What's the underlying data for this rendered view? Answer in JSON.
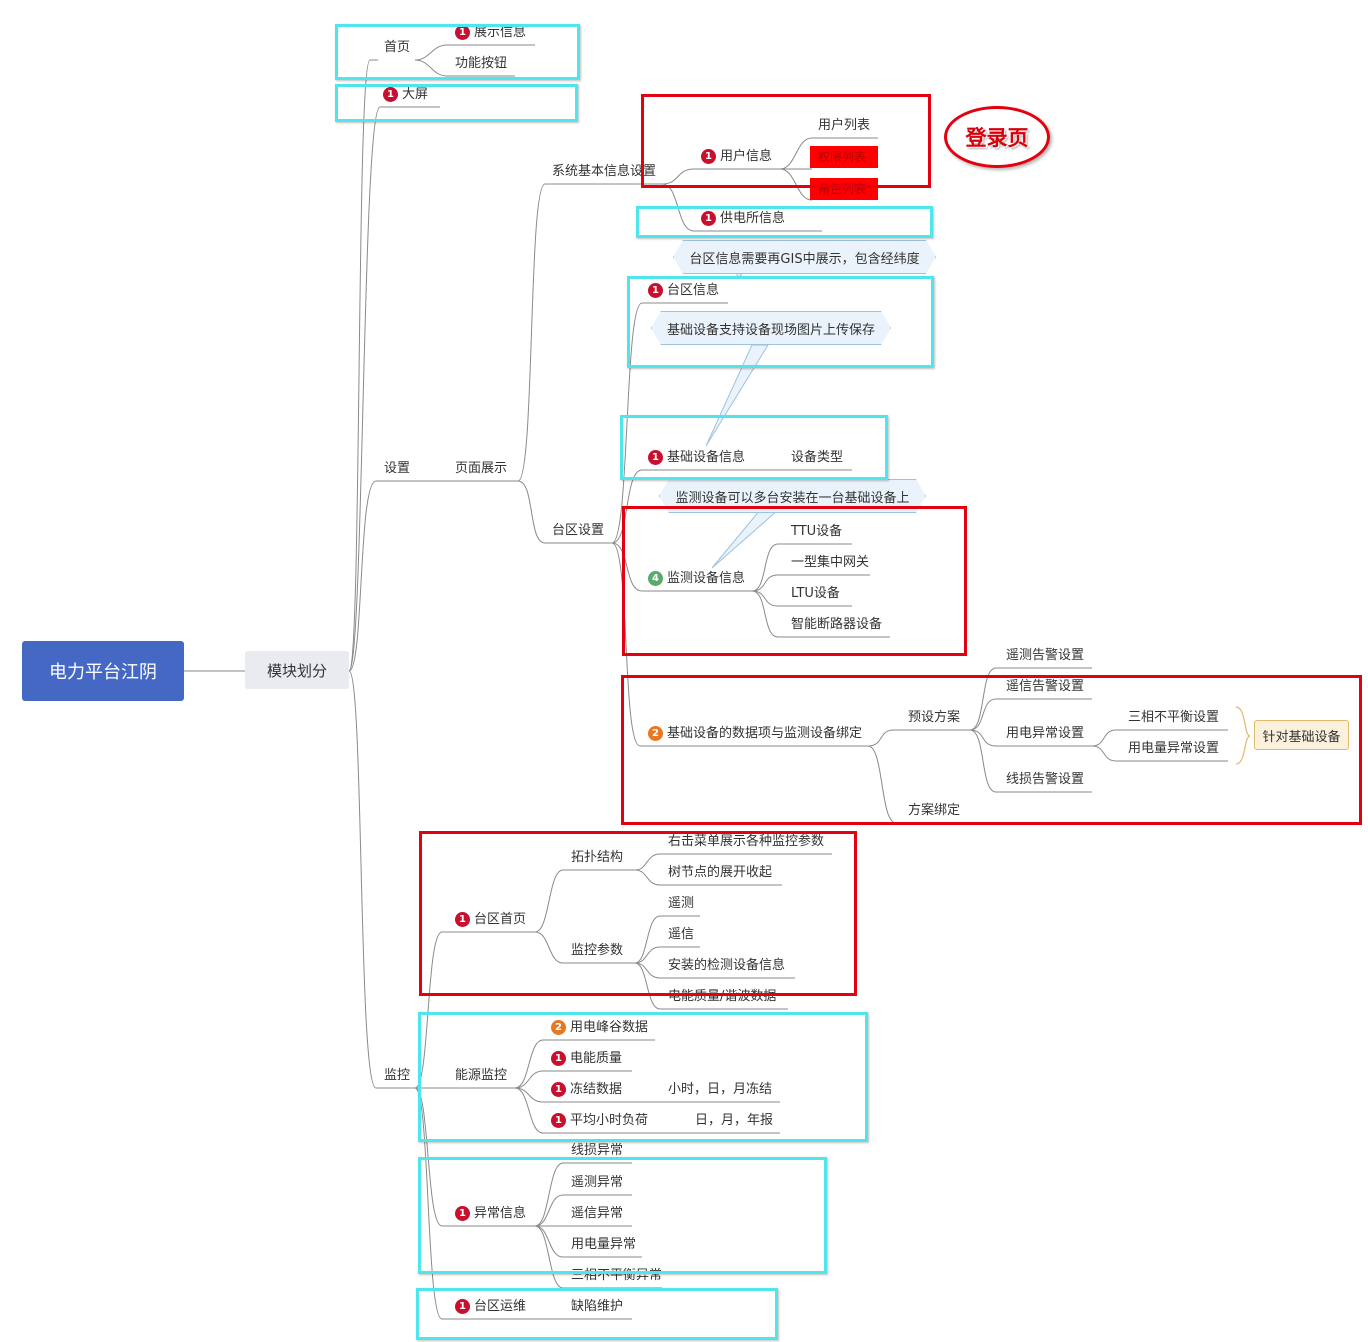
{
  "root": "电力平台江阴",
  "main": "模块划分",
  "level1": {
    "home": "首页",
    "bigscreen": "大屏",
    "settings": "设置",
    "monitor": "监控"
  },
  "home": {
    "display_info": "展示信息",
    "func_buttons": "功能按钮"
  },
  "settings": {
    "page_display": "页面展示",
    "system_basic": "系统基本信息设置",
    "user_info": "用户信息",
    "user_list": "用户列表",
    "red_item_1": "权限列表",
    "red_item_2": "角色列表",
    "substation_info": "供电所信息",
    "area_settings": "台区设置",
    "area_info": "台区信息",
    "basic_device_info": "基础设备信息",
    "device_type": "设备类型",
    "monitor_device_info": "监测设备信息",
    "monitor_devices": [
      "TTU设备",
      "一型集中网关",
      "LTU设备",
      "智能断路器设备"
    ],
    "binding": "基础设备的数据项与监测设备绑定",
    "preset_plan": "预设方案",
    "plan_binding": "方案绑定",
    "telemetry_alarm": "遥测告警设置",
    "telesignal_alarm": "遥信告警设置",
    "power_abnormal": "用电异常设置",
    "unbalance": "三相不平衡设置",
    "consumption_abnormal": "用电量异常设置",
    "line_loss_alarm": "线损告警设置",
    "for_basic_device": "针对基础设备"
  },
  "callouts": {
    "gis": "台区信息需要再GIS中展示，包含经纬度",
    "photo": "基础设备支持设备现场图片上传保存",
    "multi": "监测设备可以多台安装在一台基础设备上"
  },
  "login_stamp": "登录页",
  "monitor": {
    "area_home": "台区首页",
    "topology": "拓扑结构",
    "topology_items": [
      "右击菜单展示各种监控参数",
      "树节点的展开收起"
    ],
    "monitor_params": "监控参数",
    "param_items": [
      "遥测",
      "遥信",
      "安装的检测设备信息",
      "电能质量/谐波数据"
    ],
    "energy_monitor": "能源监控",
    "peak_valley": "用电峰谷数据",
    "power_quality": "电能质量",
    "frozen_data": "冻结数据",
    "frozen_detail": "小时，日，月冻结",
    "avg_load": "平均小时负荷",
    "avg_load_detail": "日，月，年报",
    "abnormal_info": "异常信息",
    "abnormal_items": [
      "线损异常",
      "遥测异常",
      "遥信异常",
      "用电量异常",
      "三相不平衡异常"
    ],
    "area_ops": "台区运维",
    "defect_maintenance": "缺陷维护"
  },
  "badges": {
    "display_info": "1",
    "bigscreen": "1",
    "user_info": "1",
    "substation_info": "1",
    "area_info": "1",
    "basic_device_info": "1",
    "monitor_device_info": "4",
    "binding": "2",
    "area_home": "1",
    "peak_valley": "2",
    "power_quality": "1",
    "frozen_data": "1",
    "avg_load": "1",
    "abnormal_info": "1",
    "area_ops": "1"
  },
  "colors": {
    "root_fill": "#4468c4",
    "line": "#8a8a8a",
    "highlight_cyan": "#4ee6ec",
    "highlight_red": "#e3000f",
    "badge_red": "#c8102e",
    "badge_orange": "#e87722",
    "badge_green": "#5aaa6b",
    "callout_fill": "#eaf3fb",
    "boundary": "#e3b86a"
  }
}
